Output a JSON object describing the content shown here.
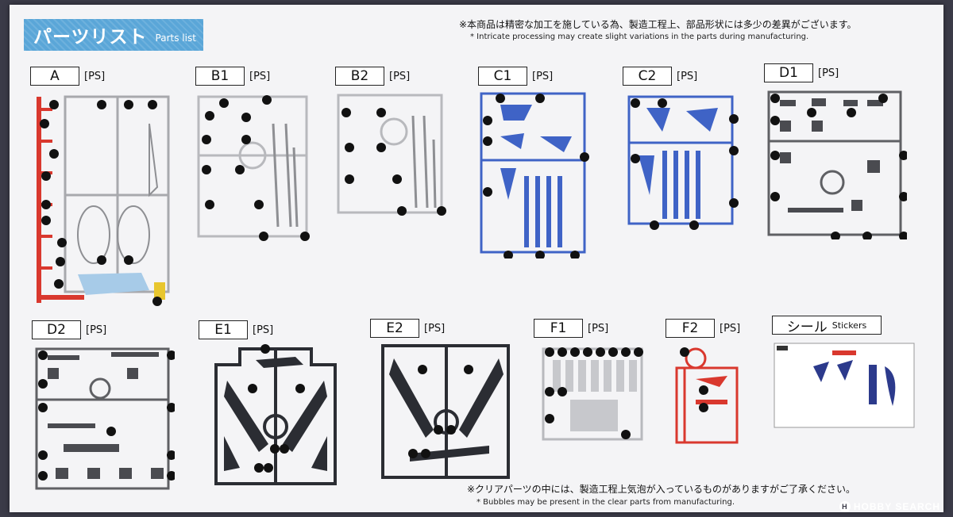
{
  "header": {
    "title_jp": "パーツリスト",
    "title_en": "Parts list",
    "note_jp": "※本商品は精密な加工を施している為、製造工程上、部品形状には多少の差異がございます。",
    "note_en": "* Intricate processing may create slight variations in the parts during manufacturing."
  },
  "runners": [
    {
      "id": "A",
      "material": "[PS]"
    },
    {
      "id": "B1",
      "material": "[PS]"
    },
    {
      "id": "B2",
      "material": "[PS]"
    },
    {
      "id": "C1",
      "material": "[PS]"
    },
    {
      "id": "C2",
      "material": "[PS]"
    },
    {
      "id": "D1",
      "material": "[PS]"
    },
    {
      "id": "D2",
      "material": "[PS]"
    },
    {
      "id": "E1",
      "material": "[PS]"
    },
    {
      "id": "E2",
      "material": "[PS]"
    },
    {
      "id": "F1",
      "material": "[PS]"
    },
    {
      "id": "F2",
      "material": "[PS]"
    }
  ],
  "stickers": {
    "label_jp": "シール",
    "label_en": "Stickers"
  },
  "footer": {
    "note_jp": "※クリアパーツの中には、製造工程上気泡が入っているものがありますがご了承ください。",
    "note_en": "* Bubbles may be present in the clear parts from manufacturing."
  },
  "watermark": {
    "text": "HOBBY SEARCH",
    "mark": "H"
  },
  "colors": {
    "title_bg": "#5aa6d8",
    "runner_red": "#d9382e",
    "runner_blue": "#3f63c6",
    "runner_gray": "#5f6064",
    "runner_dark": "#2b2d33",
    "runner_light": "#b8b9bd"
  }
}
